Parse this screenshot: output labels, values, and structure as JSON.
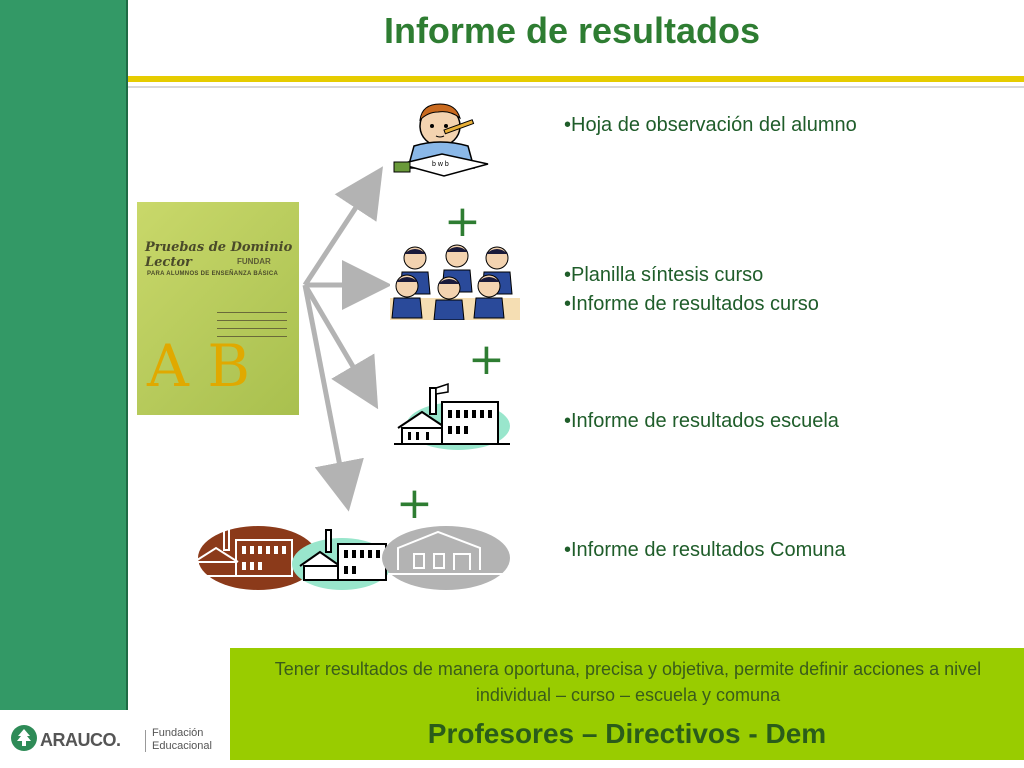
{
  "slide": {
    "title": "Informe de resultados"
  },
  "book": {
    "title_line1": "Pruebas de Dominio Lector",
    "title_line2": "FUNDAR",
    "subtitle": "PARA ALUMNOS DE ENSEÑANZA BÁSICA",
    "letters": "A B"
  },
  "items": [
    {
      "text": "•Hoja de observación del alumno",
      "icon": "student-reading-icon"
    },
    {
      "text": "•Planilla síntesis curso",
      "icon": "students-group-icon"
    },
    {
      "text": "•Informe de resultados curso",
      "icon": ""
    },
    {
      "text": "•Informe de resultados escuela",
      "icon": "school-building-icon"
    },
    {
      "text": "•Informe de resultados Comuna",
      "icon": "schools-group-icon"
    }
  ],
  "plus_signs": [
    "+",
    "+",
    "+"
  ],
  "footer": {
    "logo_word": "ARAUCO.",
    "logo_sub1": "Fundación",
    "logo_sub2": "Educacional",
    "banner_text": "Tener resultados de manera oportuna, precisa y objetiva,  permite definir acciones  a nivel individual – curso – escuela y comuna",
    "banner_sub": "Profesores – Directivos - Dem"
  },
  "colors": {
    "sidebar": "#339966",
    "title": "#2e7d32",
    "accent_rule": "#e6cc00",
    "banner": "#99cc00"
  }
}
